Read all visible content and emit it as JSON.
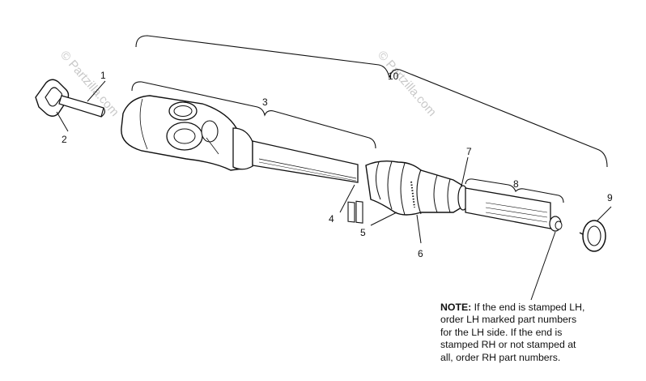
{
  "watermarks": [
    "© Partzilla.com",
    "© Partzilla.com"
  ],
  "callouts": {
    "c1": "1",
    "c2": "2",
    "c3": "3",
    "c4": "4",
    "c5": "5",
    "c6": "6",
    "c7": "7",
    "c8": "8",
    "c9": "9",
    "c10": "10"
  },
  "note": {
    "label": "NOTE:",
    "text": "  If the end is stamped LH,\norder LH marked part numbers\nfor the LH side.  If the end is\nstamped RH or not stamped at\nall, order RH part numbers."
  }
}
